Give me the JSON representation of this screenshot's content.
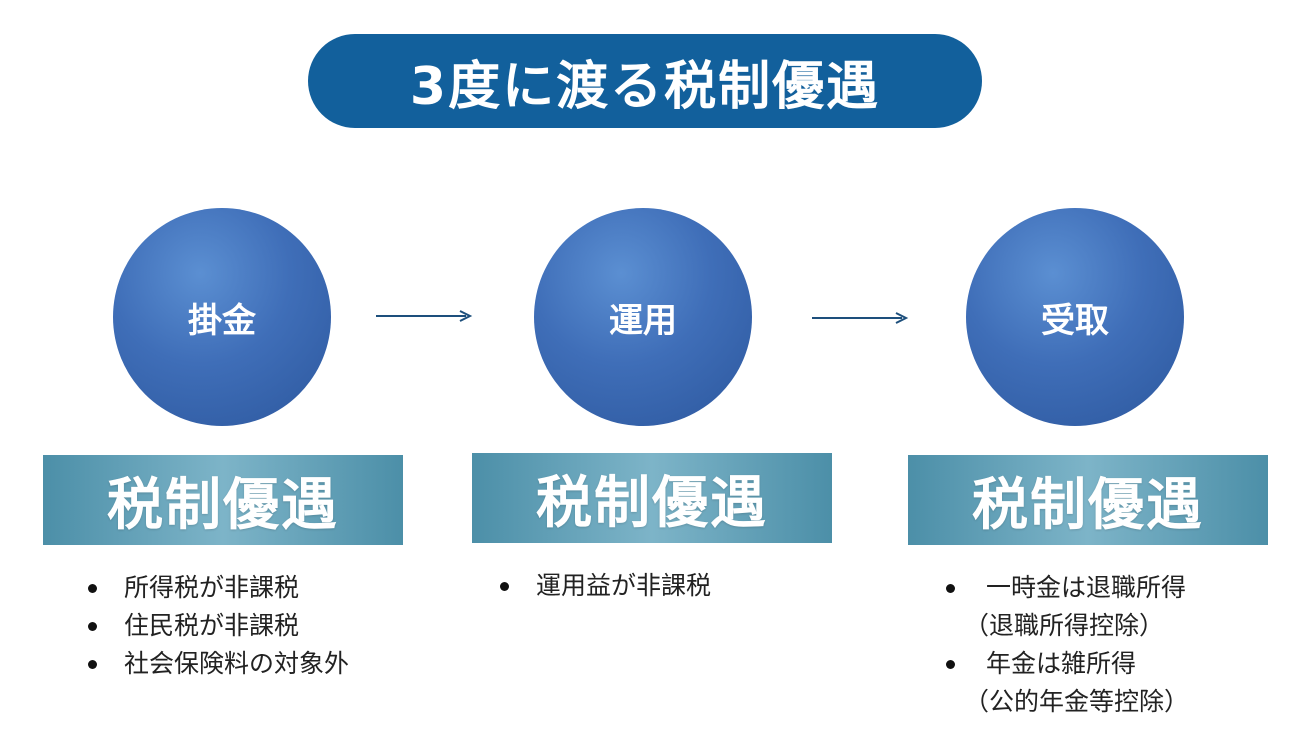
{
  "title": "3度に渡る税制優遇",
  "stages": [
    {
      "circle_label": "掛金",
      "box_label": "税制優遇",
      "items": [
        {
          "text": "所得税が非課税"
        },
        {
          "text": "住民税が非課税"
        },
        {
          "text": "社会保険料の対象外"
        }
      ]
    },
    {
      "circle_label": "運用",
      "box_label": "税制優遇",
      "items": [
        {
          "text": "運用益が非課税"
        }
      ]
    },
    {
      "circle_label": "受取",
      "box_label": "税制優遇",
      "items": [
        {
          "text": "一時金は退職所得",
          "note": "（退職所得控除）"
        },
        {
          "text": "年金は雑所得",
          "note": "（公的年金等控除）"
        }
      ]
    }
  ],
  "colors": {
    "title_bg": "#12609c",
    "circle": "#3f6eb8",
    "box": "#6aa7bd",
    "arrow": "#1d4f7c"
  }
}
